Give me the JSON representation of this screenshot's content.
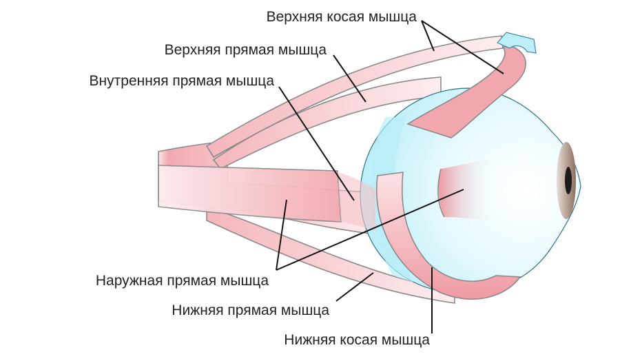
{
  "labels": {
    "superior_oblique": "Верхняя косая мышца",
    "superior_rectus": "Верхняя прямая мышца",
    "medial_rectus": "Внутренняя прямая мышца",
    "lateral_rectus": "Наружная прямая мышца",
    "inferior_rectus": "Нижняя прямая мышца",
    "inferior_oblique": "Нижняя косая мышца"
  },
  "colors": {
    "muscle": "#f0a0a8",
    "muscle_light": "#fbe3e5",
    "eye": "#dff7fc",
    "eye_edge": "#2a6f8a",
    "iris": "#9b8070",
    "pupil": "#1c1c1c"
  }
}
